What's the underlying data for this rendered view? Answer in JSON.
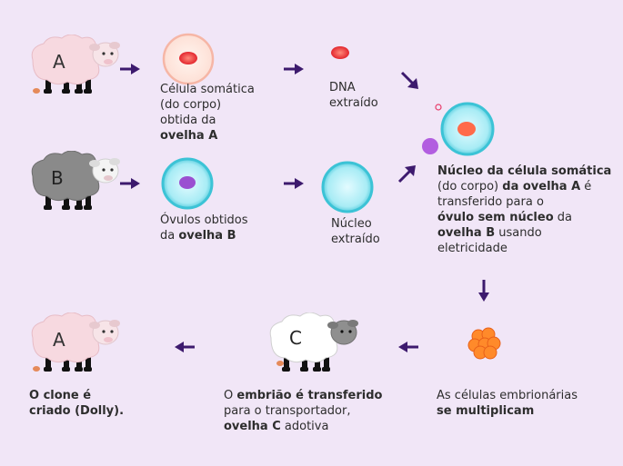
{
  "sheep_a_top": {
    "letter": "A"
  },
  "sheep_b": {
    "letter": "B"
  },
  "sheep_c": {
    "letter": "C"
  },
  "sheep_a_bottom": {
    "letter": "A"
  },
  "somatic_cell": {
    "line1": "Célula somática",
    "line2": "(do corpo)",
    "line3": "obtida da",
    "line4_bold": "ovelha A"
  },
  "dna": {
    "line1": "DNA",
    "line2": "extraído"
  },
  "ovum": {
    "line1": "Óvulos obtidos",
    "line2_pre": "da ",
    "line2_bold": "ovelha B"
  },
  "nucleus": {
    "line1": "Núcleo",
    "line2": "extraído"
  },
  "transfer": {
    "line1_bold": "Núcleo da célula somática",
    "line2_pre": "(do corpo) ",
    "line2_bold": "da ovelha A",
    "line2_post": " é",
    "line3": "transferido para o",
    "line4_bold": "óvulo sem núcleo",
    "line4_post": " da",
    "line5_bold": "ovelha B",
    "line5_post": " usando",
    "line6": "eletricidade"
  },
  "multiply": {
    "line1": "As células embrionárias",
    "line2_bold": "se multiplicam"
  },
  "embryo": {
    "line1_pre": "O ",
    "line1_bold": "embrião é transferido",
    "line2": "para o transportador,",
    "line3_bold": "ovelha C",
    "line3_post": " adotiva"
  },
  "clone": {
    "line1_bold": "O clone é",
    "line2_bold": "criado (Dolly)."
  },
  "colors": {
    "arrow": "#3d1a6e",
    "pink_sheep": "#f7d9e0",
    "grey_sheep": "#8a8a8a",
    "white_sheep": "#ffffff",
    "somatic_nucleus": "#e83c3c",
    "ovum_ring": "#3cc3d6",
    "ovum_nucleus": "#9a4fd1",
    "embryo": "#ff8a2a"
  }
}
